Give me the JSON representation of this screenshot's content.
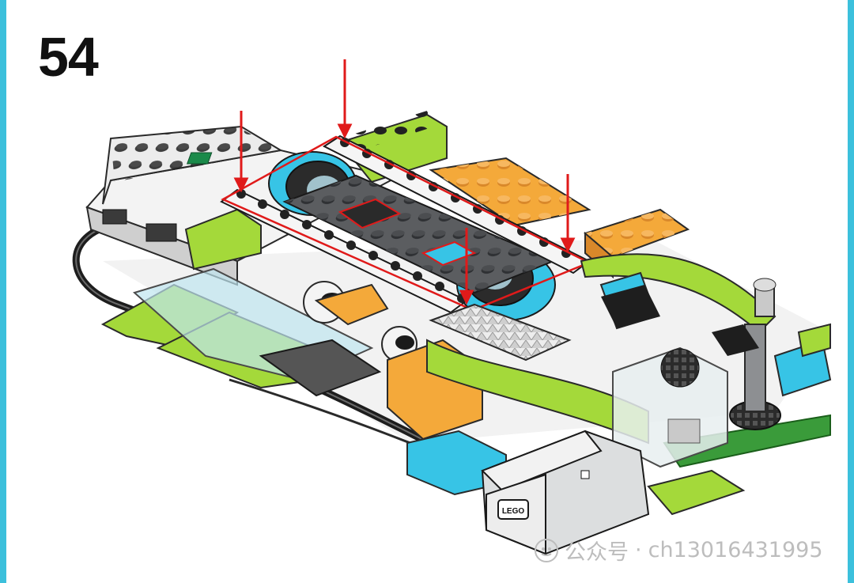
{
  "step": {
    "number": "54"
  },
  "watermark": {
    "brand": "公众号",
    "separator": "·",
    "handle": "ch13016431995"
  },
  "model": {
    "brick_logo": "LEGO"
  },
  "colors": {
    "background_edge": "#3cc0dc",
    "lime": "#a4d93a",
    "orange": "#f4a93a",
    "azure": "#37c4e6",
    "dark_grey": "#5b5d60",
    "light_grey": "#d4d6d8",
    "white": "#f7f7f7",
    "callout_red": "#e01a1a"
  }
}
